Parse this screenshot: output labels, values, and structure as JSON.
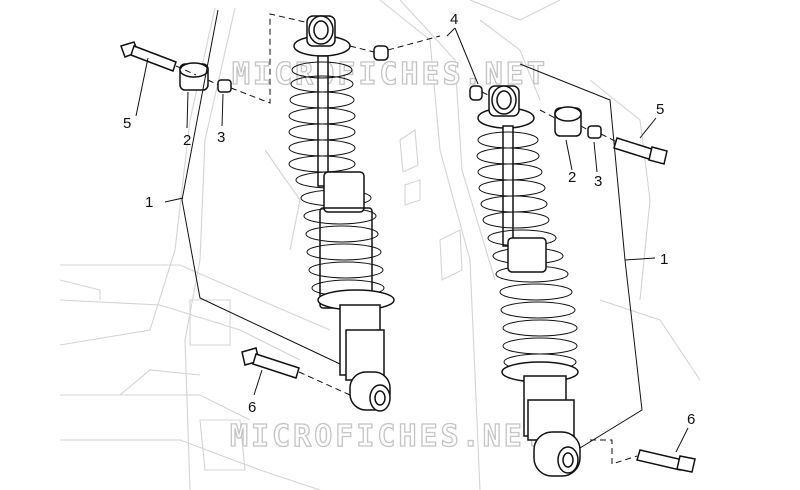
{
  "watermark": {
    "text_top": "MICROFICHES.NET",
    "text_bottom": "MICROFICHES.NET"
  },
  "callouts": {
    "left_1": "1",
    "left_2": "2",
    "left_3": "3",
    "top_4": "4",
    "left_5": "5",
    "left_6": "6",
    "right_1": "1",
    "right_2": "2",
    "right_3": "3",
    "right_5": "5",
    "right_6": "6"
  }
}
